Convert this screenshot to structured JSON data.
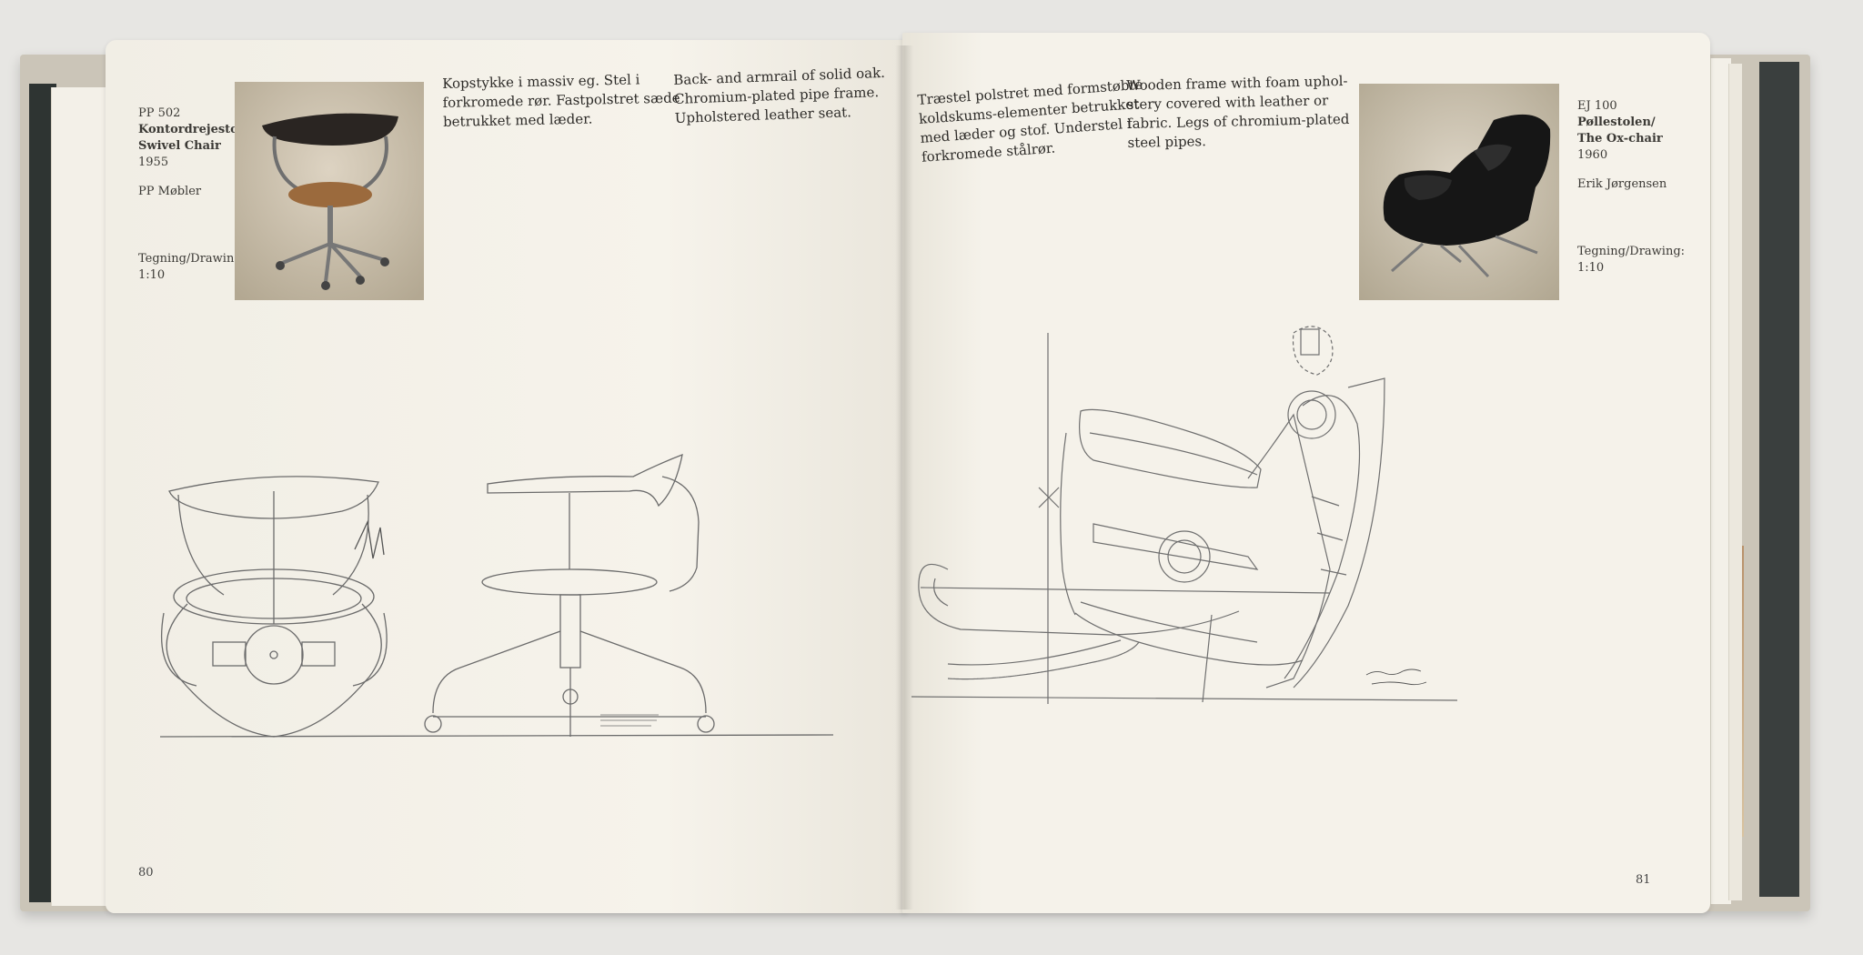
{
  "left_page": {
    "caption": {
      "code": "PP 502",
      "name_da": "Kontordrejestol/",
      "name_en": "Swivel Chair",
      "year": "1955",
      "maker": "PP Møbler",
      "drawing_label": "Tegning/Drawing:",
      "scale": "1:10"
    },
    "text_da": [
      "Kopstykke i massiv eg. Stel i",
      "forkromede rør. Fastpolstret sæde",
      "betrukket med læder."
    ],
    "text_en": [
      "Back- and armrail of solid oak.",
      "Chromium-plated pipe frame.",
      "Upholstered leather seat."
    ],
    "page_number": "80"
  },
  "right_page": {
    "caption": {
      "code": "EJ 100",
      "name_da": "Pøllestolen/",
      "name_en": "The Ox-chair",
      "year": "1960",
      "maker": "Erik Jørgensen",
      "drawing_label": "Tegning/Drawing:",
      "scale": "1:10"
    },
    "text_da": [
      "Træstel polstret med formstøbte",
      "koldskums-elementer betrukket",
      "med læder og stof. Understel i",
      "forkromede stålrør."
    ],
    "text_en": [
      "Wooden frame with foam uphol-",
      "stery covered with leather or",
      "fabric. Legs of chromium-plated",
      "steel pipes."
    ],
    "page_number": "81"
  },
  "colors": {
    "paper": "#f4f1e9",
    "cover": "#cbc5b8",
    "ink": "#2a2825",
    "ox_chair_leather": "#1a1a1a",
    "swivel_seat_leather": "#9b6a3d"
  }
}
